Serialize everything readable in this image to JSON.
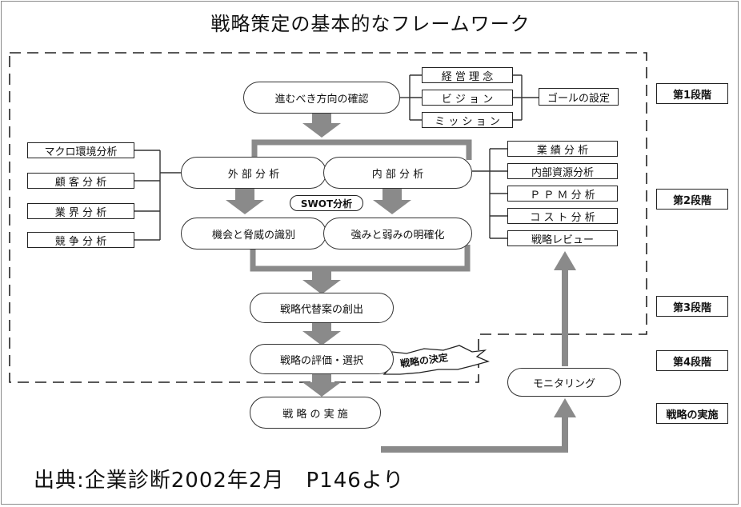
{
  "title": "戦略策定の基本的なフレームワーク",
  "source": "出典:企業診断2002年2月　P146より",
  "main_flow": {
    "direction": "進むべき方向の確認",
    "external": "外 部 分 析",
    "internal": "内 部 分 析",
    "swot": "SWOT分析",
    "opportunity": "機会と脅威の識別",
    "strength": "強みと弱みの明確化",
    "alternatives": "戦略代替案の創出",
    "evaluation": "戦略の評価・選択",
    "implementation": "戦 略 の 実 施",
    "monitoring": "モニタリング",
    "decision": "戦略の決定"
  },
  "philosophy": [
    "経 営 理 念",
    "ビ ジ ョ ン",
    "ミ ッ シ ョ ン"
  ],
  "goal": "ゴールの設定",
  "external_items": [
    "マクロ環境分析",
    "顧 客 分 析",
    "業 界 分 析",
    "競 争 分 析"
  ],
  "internal_items": [
    "業 績 分 析",
    "内部資源分析",
    "Ｐ Ｐ Ｍ 分 析",
    "コ ス ト 分 析",
    "戦略レビュー"
  ],
  "stages": [
    "第1段階",
    "第2段階",
    "第3段階",
    "第4段階",
    "戦略の実施"
  ]
}
